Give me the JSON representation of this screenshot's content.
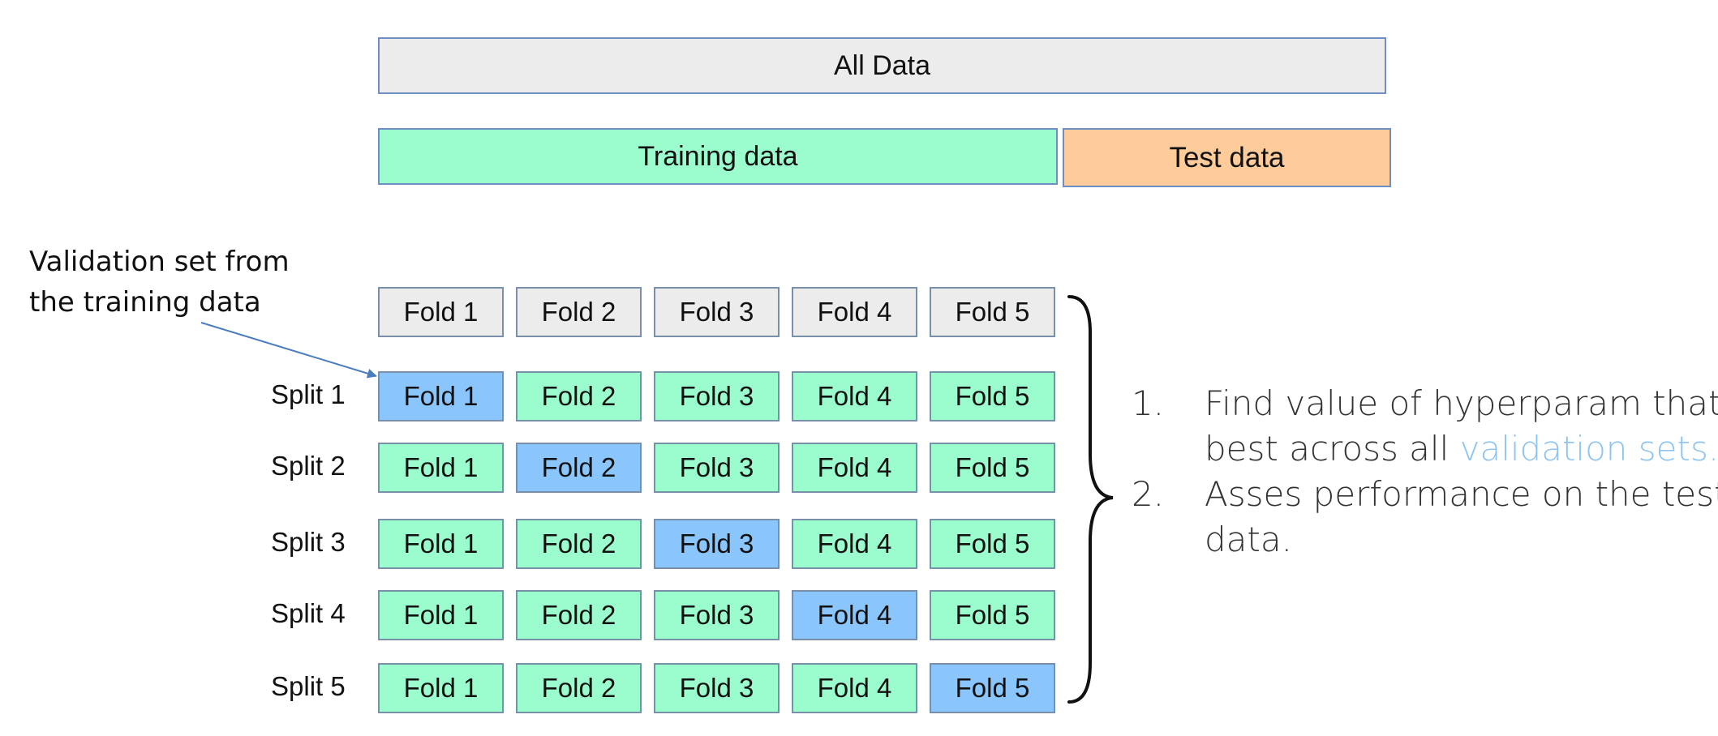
{
  "top": {
    "all_data": "All Data",
    "training_data": "Training data",
    "test_data": "Test data"
  },
  "callout": {
    "line1": "Validation set from",
    "line2": "the training data"
  },
  "header_folds": [
    "Fold 1",
    "Fold 2",
    "Fold 3",
    "Fold 4",
    "Fold 5"
  ],
  "splits": [
    {
      "label": "Split 1",
      "folds": [
        "Fold 1",
        "Fold 2",
        "Fold 3",
        "Fold 4",
        "Fold 5"
      ],
      "validation_index": 0
    },
    {
      "label": "Split 2",
      "folds": [
        "Fold 1",
        "Fold 2",
        "Fold 3",
        "Fold 4",
        "Fold 5"
      ],
      "validation_index": 1
    },
    {
      "label": "Split 3",
      "folds": [
        "Fold 1",
        "Fold 2",
        "Fold 3",
        "Fold 4",
        "Fold 5"
      ],
      "validation_index": 2
    },
    {
      "label": "Split 4",
      "folds": [
        "Fold 1",
        "Fold 2",
        "Fold 3",
        "Fold 4",
        "Fold 5"
      ],
      "validation_index": 3
    },
    {
      "label": "Split 5",
      "folds": [
        "Fold 1",
        "Fold 2",
        "Fold 3",
        "Fold 4",
        "Fold 5"
      ],
      "validation_index": 4
    }
  ],
  "notes": [
    {
      "number": "1.",
      "line1": "Find value of hyperparam that is",
      "line2_prefix": "best across all ",
      "line2_highlight": "validation sets."
    },
    {
      "number": "2.",
      "line1": "Asses performance on the test",
      "line2": "data."
    }
  ],
  "colors": {
    "training": "#9bfdcd",
    "validation": "#8ac6fc",
    "test": "#fdcc9a",
    "neutral": "#ececec",
    "highlight_text": "#8ec5f0"
  }
}
